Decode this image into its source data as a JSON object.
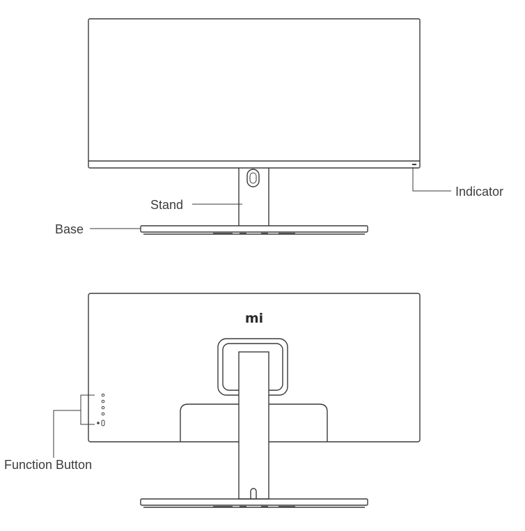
{
  "front_view": {
    "labels": {
      "indicator": "Indicator",
      "stand": "Stand",
      "base": "Base"
    }
  },
  "back_view": {
    "logo": "mi",
    "labels": {
      "function_button": "Function Button"
    }
  }
}
